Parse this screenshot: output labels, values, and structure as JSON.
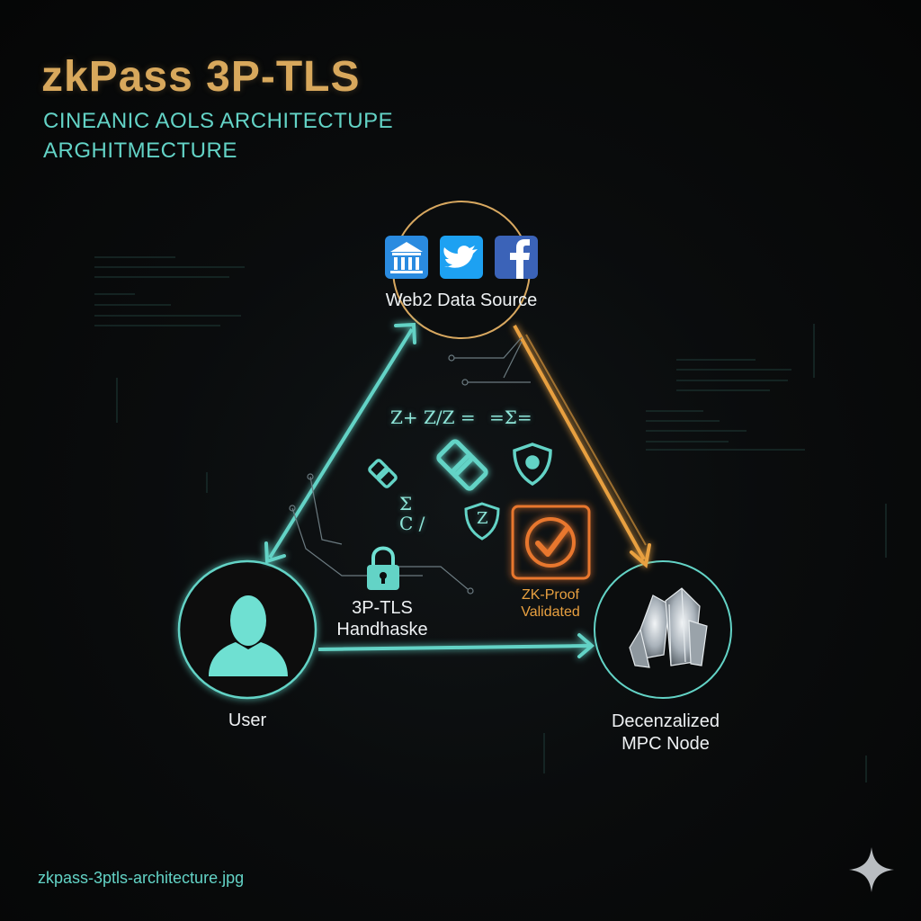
{
  "header": {
    "title": "zkPass 3P-TLS",
    "subtitle_line1": "CINEANIC AOLS ARCHITECTUPE",
    "subtitle_line2": "ARGHITMECTURE"
  },
  "nodes": {
    "data_source": {
      "label": "Web2 Data Source",
      "icons": [
        "bank-icon",
        "twitter-icon",
        "facebook-icon"
      ]
    },
    "user": {
      "label": "User",
      "icon": "user-icon"
    },
    "mpc_node": {
      "label_line1": "Decenzalized",
      "label_line2": "MPC Node",
      "icon": "crystal-icon"
    }
  },
  "center": {
    "handshake_line1": "3P-TLS",
    "handshake_line2": "Handhaske",
    "proof_line1": "ZK-Proof",
    "proof_line2": "Validated",
    "symbols": [
      "Z+ Z/Z =",
      "=Σ=",
      "Σ",
      "C /",
      "Z"
    ]
  },
  "footer": {
    "filename": "zkpass-3ptls-architecture.jpg"
  },
  "colors": {
    "title": "#d8a85c",
    "teal": "#63d3c6",
    "orange": "#e8a040",
    "proof_orange": "#e8772e",
    "background": "#070809"
  }
}
